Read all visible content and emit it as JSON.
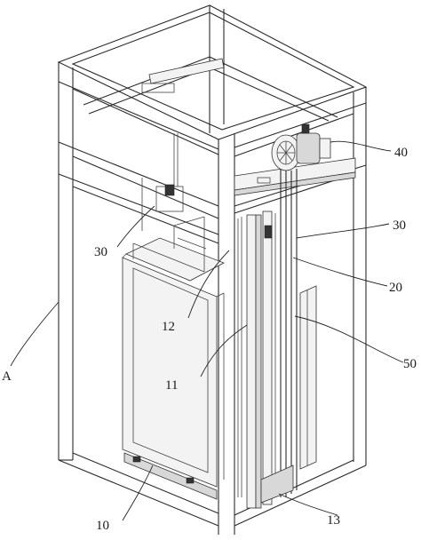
{
  "diagram": {
    "labels": {
      "l40": "40",
      "l30_right": "30",
      "l30_left": "30",
      "l20": "20",
      "l12": "12",
      "l50": "50",
      "l11": "11",
      "lA": "A",
      "l10": "10",
      "l13": "13"
    }
  }
}
